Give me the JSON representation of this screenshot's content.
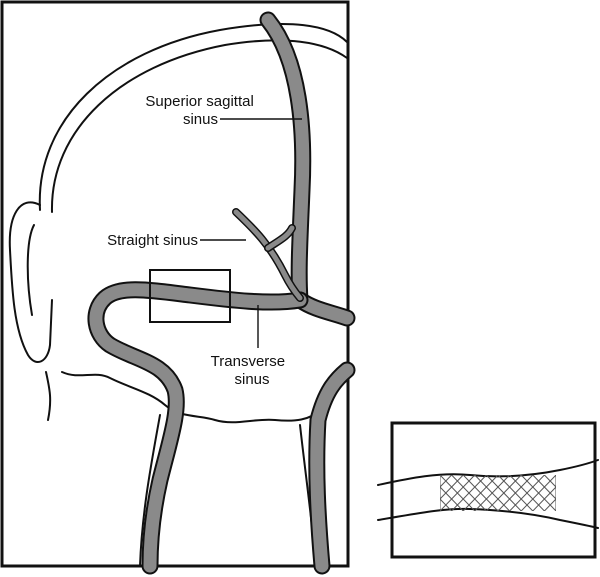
{
  "labels": {
    "superior_sagittal": [
      "Superior sagittal",
      "sinus"
    ],
    "straight": "Straight sinus",
    "transverse": [
      "Transverse",
      "sinus"
    ]
  },
  "colors": {
    "vein": "#8a8a8a",
    "outline": "#111111",
    "stent_mesh": "#555555"
  }
}
